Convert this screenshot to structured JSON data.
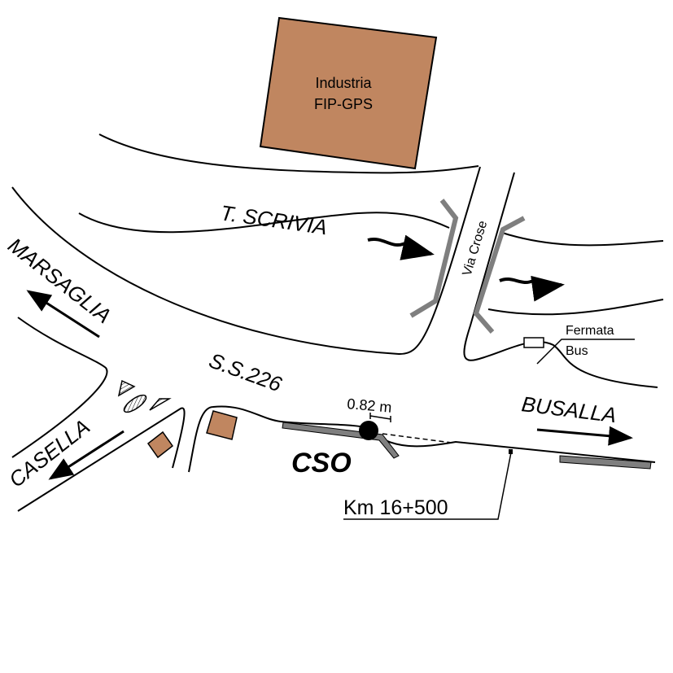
{
  "labels": {
    "industry_line1": "Industria",
    "industry_line2": "FIP-GPS",
    "river": "T. SCRIVIA",
    "side_road": "Via Crose",
    "main_road": "S.S.226",
    "west_destination": "MARSAGLIA",
    "southwest_destination": "CASELLA",
    "east_destination": "BUSALLA",
    "bus_stop_line1": "Fermata",
    "bus_stop_line2": "Bus",
    "station": "CSO",
    "distance": "0.82 m",
    "kilometer_marker": "Km 16+500"
  },
  "colors": {
    "building": "#c08660",
    "barrier": "#7f7f7f"
  }
}
